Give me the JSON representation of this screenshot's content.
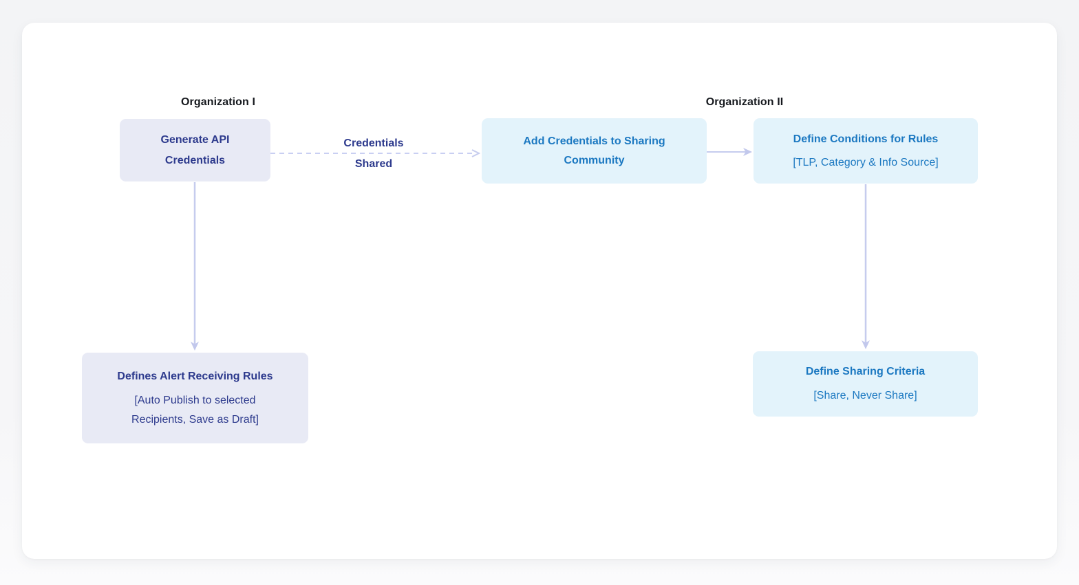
{
  "diagram": {
    "org1_label": "Organization I",
    "org2_label": "Organization II",
    "nodes": {
      "generate_api_credentials": {
        "title": "Generate API Credentials"
      },
      "add_credentials_to_sharing_community": {
        "title": "Add Credentials to Sharing Community"
      },
      "define_conditions_for_rules": {
        "title": "Define Conditions for Rules",
        "subtitle": "[TLP, Category & Info Source]"
      },
      "defines_alert_receiving_rules": {
        "title": "Defines Alert Receiving Rules",
        "subtitle": "[Auto Publish to selected Recipients, Save as Draft]"
      },
      "define_sharing_criteria": {
        "title": "Define Sharing Criteria",
        "subtitle": "[Share, Never Share]"
      }
    },
    "edges": {
      "credentials_shared": {
        "label": "Credentials Shared"
      }
    },
    "colors": {
      "org_heading_text": "#15181d",
      "indigo_node_fill": "#e8eaf5",
      "indigo_node_text": "#2d3a8d",
      "blue_node_fill": "#e3f3fb",
      "blue_node_text": "#1b78c1",
      "connector": "#c6ccee",
      "canvas_bg": "#ffffff",
      "page_bg": "#f4f5f6"
    }
  }
}
